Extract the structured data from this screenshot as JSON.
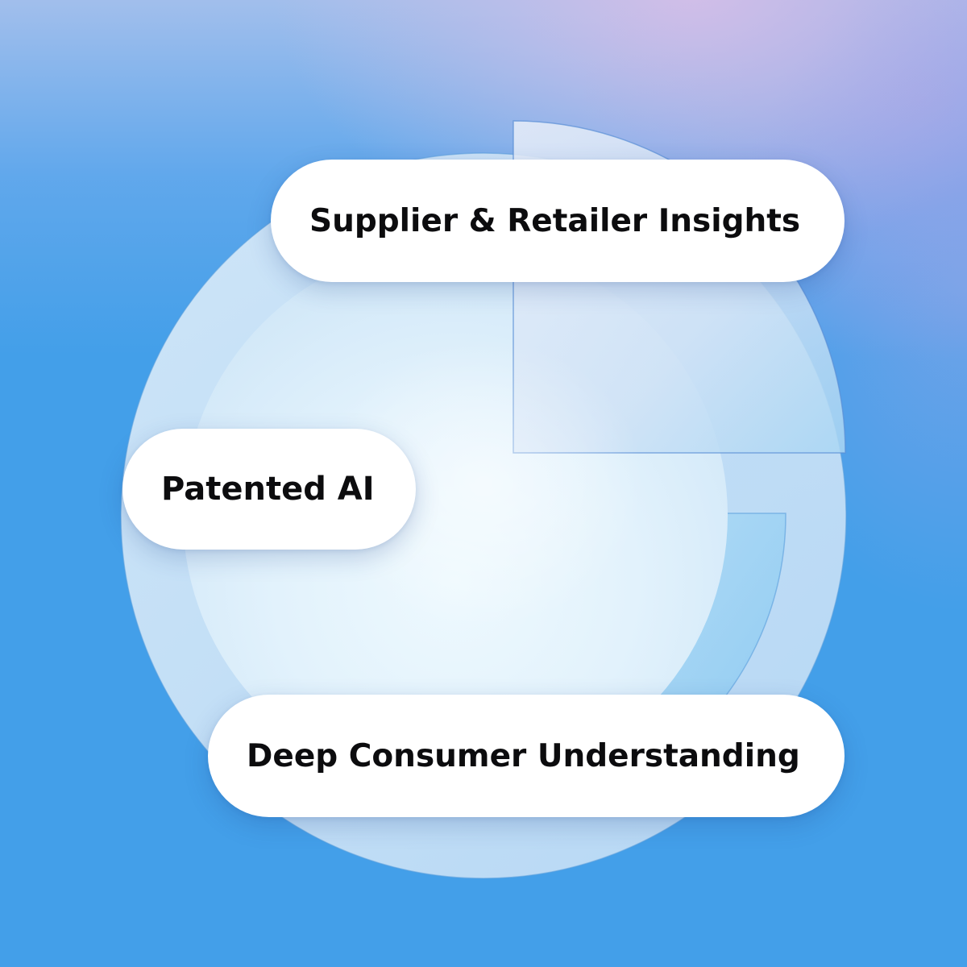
{
  "colors": {
    "background": "#439fe9",
    "background_top": "#c9bfe8",
    "pill_background": "#ffffff",
    "pill_text": "#0c0c0e",
    "circle_fill": "#e6f4fc",
    "ring_fill": "#cfe6f8",
    "segment_fill": "#bfe0f7"
  },
  "labels": {
    "supplier_retailer": "Supplier & Retailer Insights",
    "patented_ai": "Patented AI",
    "deep_consumer": "Deep Consumer Understanding"
  }
}
